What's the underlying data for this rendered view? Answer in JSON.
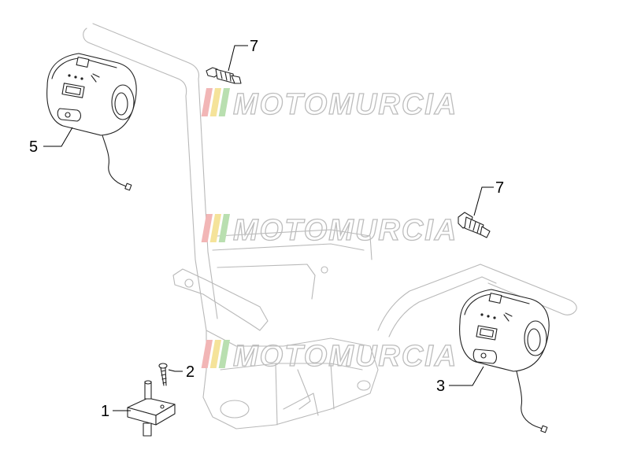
{
  "callouts": {
    "c1": "1",
    "c2": "2",
    "c3": "3",
    "c5": "5",
    "c7a": "7",
    "c7b": "7"
  },
  "watermark": {
    "text": "MOTOMURCIA",
    "stripe_colors": [
      "#f2b6b6",
      "#f5e39a",
      "#b9dfb0"
    ]
  },
  "colors": {
    "background": "#ffffff",
    "ghost_frame": "#b9b9b9",
    "part_outline": "#222222"
  },
  "icons": {
    "left_switch": "handlebar-switch-left-icon",
    "right_switch": "handlebar-switch-right-icon",
    "bulb": "bulb-icon",
    "screw": "screw-icon",
    "bracket": "bracket-icon"
  }
}
